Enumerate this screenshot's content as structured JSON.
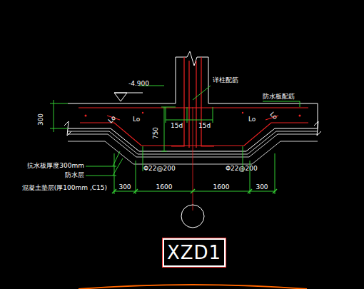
{
  "diagram": {
    "nodes": [
      {
        "text": [
          "XZD1"
        ]
      }
    ],
    "labels": [
      "-4.900",
      "详柱配筋",
      "防水板配筋",
      "300",
      "Lo",
      "Lo",
      "Lo",
      "Lo",
      "15d",
      "15d",
      "750",
      "抗水板厚度300mm",
      "防水层",
      "混凝土垫层(厚100mm ,C15)",
      "Φ22@200",
      "Φ22@200",
      "300",
      "1600",
      "1600",
      "300"
    ]
  }
}
